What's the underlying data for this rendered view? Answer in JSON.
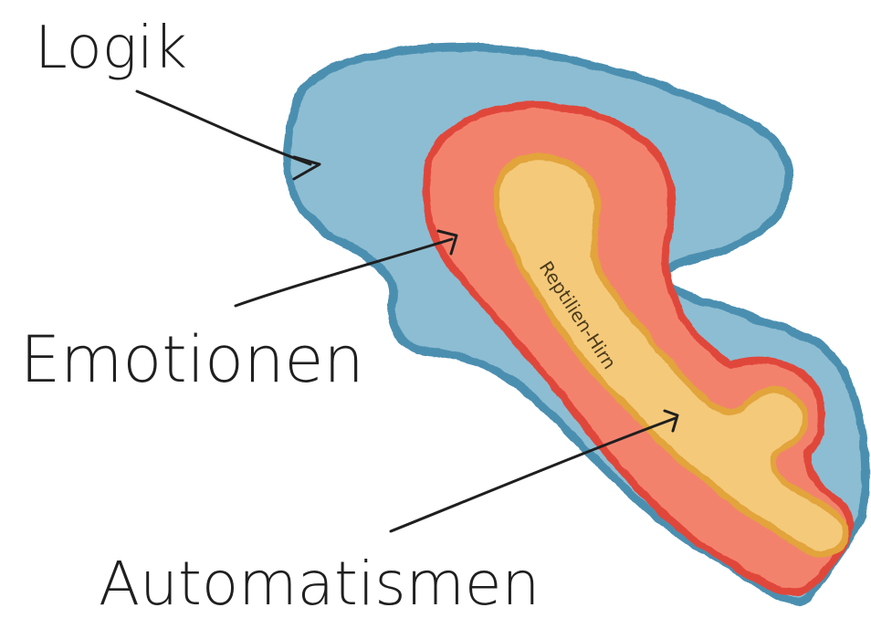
{
  "labels": {
    "logik": "Logik",
    "emotionen": "Emotionen",
    "automatismen": "Automatismen",
    "reptilien_hirn": "Reptilien-Hirn"
  },
  "colors": {
    "outer_fill": "#7fb2c9",
    "outer_stroke": "#4b8fb0",
    "middle_fill": "#f27a66",
    "middle_stroke": "#e0463a",
    "inner_fill": "#f2c46e",
    "inner_stroke": "#e2a43a",
    "ink": "#1f1f1f"
  }
}
